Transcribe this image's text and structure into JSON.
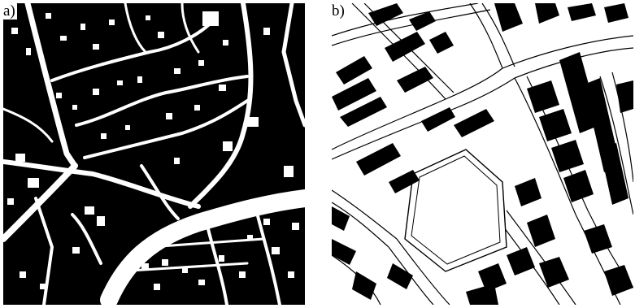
{
  "figure": {
    "panels": [
      {
        "id": "a",
        "label": "a)",
        "colors": {
          "buildings": "#000000",
          "open_space": "#ffffff"
        }
      },
      {
        "id": "b",
        "label": "b)",
        "colors": {
          "buildings": "#000000",
          "open_space": "#ffffff",
          "street_lines": "#000000"
        }
      }
    ]
  }
}
